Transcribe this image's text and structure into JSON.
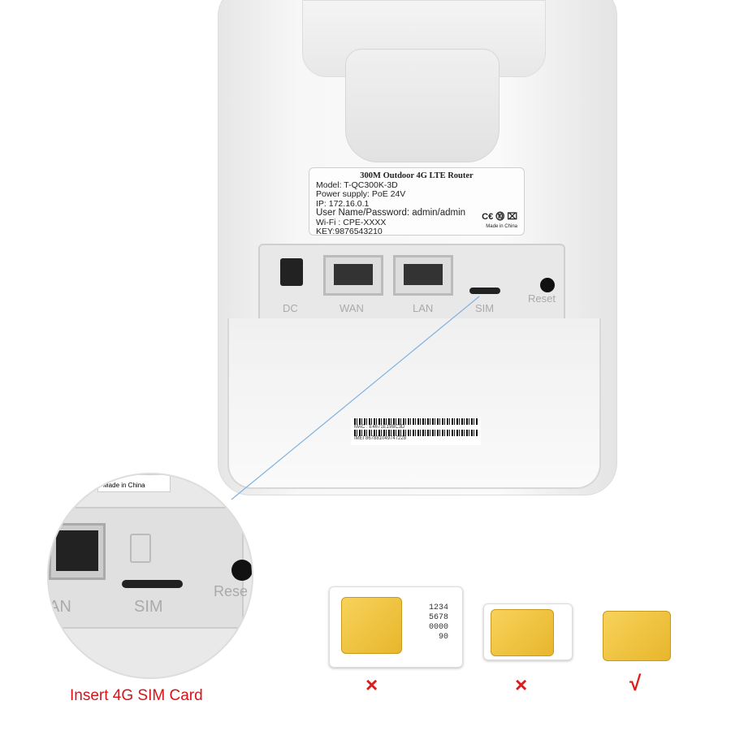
{
  "label": {
    "title": "300M Outdoor 4G LTE Router",
    "model": "Model: T-QC300K-3D",
    "power": "Power supply: PoE 24V",
    "ip": "IP: 172.16.0.1",
    "user": "User Name/Password:  admin/admin",
    "wifi": "Wi-Fi : CPE-XXXX",
    "key": "KEY:9876543210",
    "made": "Made in China"
  },
  "ports": {
    "dc": "DC",
    "wan": "WAN",
    "lan": "LAN",
    "sim": "SIM",
    "reset": "Reset"
  },
  "barcode": {
    "mac": "MAC :        E4671E19BC3D",
    "imei": "IMEI       867881049747228"
  },
  "zoom": {
    "made": "Made in China",
    "an": "AN",
    "sim": "SIM",
    "reset": "Rese"
  },
  "caption": "Insert 4G SIM Card",
  "sim_numbers": [
    "1234",
    "5678",
    "0000",
    "90"
  ],
  "verdicts": [
    "×",
    "×",
    "√"
  ]
}
